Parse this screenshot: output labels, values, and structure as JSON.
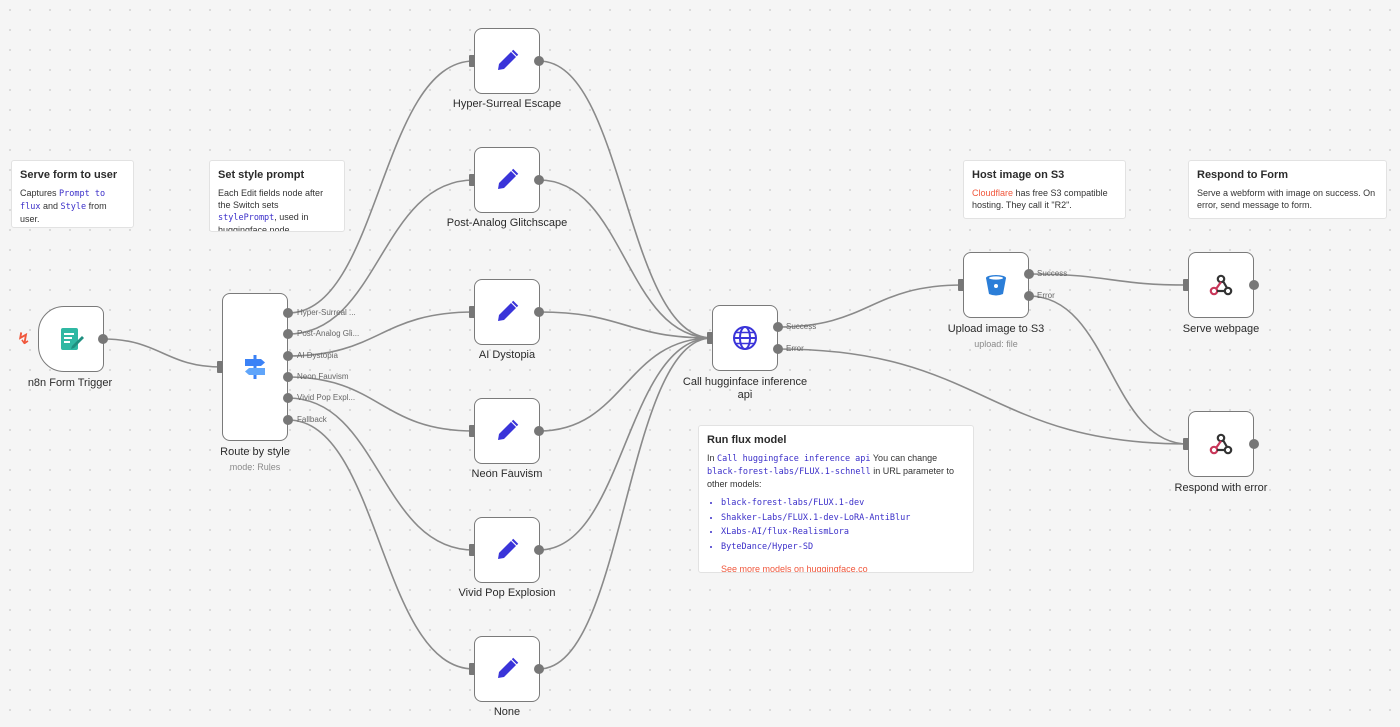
{
  "colors": {
    "accent": "#ff6d5a",
    "node_icon": "#3a34d9",
    "wire": "#8a8a8a"
  },
  "stickies": {
    "serve_form": {
      "title": "Serve form to user",
      "t1": "Captures ",
      "c1": "Prompt to flux",
      "t2": " and ",
      "c2": "Style",
      "t3": " from user."
    },
    "style_prompt": {
      "title": "Set style prompt",
      "t1": "Each Edit fields node after the Switch sets ",
      "c1": "stylePrompt",
      "t2": ", used in huggingface node."
    },
    "host_s3": {
      "title": "Host image on S3",
      "link": "Cloudflare",
      "t1": " has free S3 compatible hosting. They call it \"R2\"."
    },
    "respond_form": {
      "title": "Respond to Form",
      "text": "Serve a webform with image on success. On error, send message to form."
    },
    "run_flux": {
      "title": "Run flux model",
      "t1": "In ",
      "c1": "Call huggingface inference api",
      "t2": " You can change ",
      "c2": "black-forest-labs/FLUX.1-schnell",
      "t3": " in URL parameter to other models:",
      "models": [
        "black-forest-labs/FLUX.1-dev",
        "Shakker-Labs/FLUX.1-dev-LoRA-AntiBlur",
        "XLabs-AI/flux-RealismLora",
        "ByteDance/Hyper-SD"
      ],
      "link": "See more models on huggingface.co"
    }
  },
  "nodes": {
    "trigger": {
      "label": "n8n Form Trigger",
      "icon": "form-icon"
    },
    "router": {
      "label": "Route by style",
      "sub": "mode: Rules",
      "icon": "signpost-icon",
      "outputs": [
        "Hyper-Surreal ...",
        "Post-Analog Gli...",
        "AI Dystopia",
        "Neon Fauvism",
        "Vivid Pop Expl...",
        "Fallback"
      ]
    },
    "styles": [
      "Hyper-Surreal Escape",
      "Post-Analog Glitchscape",
      "AI Dystopia",
      "Neon Fauvism",
      "Vivid Pop Explosion",
      "None"
    ],
    "hf": {
      "label": "Call hugginface inference api",
      "outputs": [
        "Success",
        "Error"
      ],
      "icon": "globe-icon"
    },
    "s3": {
      "label": "Upload image to S3",
      "sub": "upload: file",
      "outputs": [
        "Success",
        "Error"
      ],
      "icon": "bucket-icon"
    },
    "serve": {
      "label": "Serve webpage",
      "icon": "webhook-icon"
    },
    "respond_error": {
      "label": "Respond with error",
      "icon": "webhook-icon"
    }
  }
}
